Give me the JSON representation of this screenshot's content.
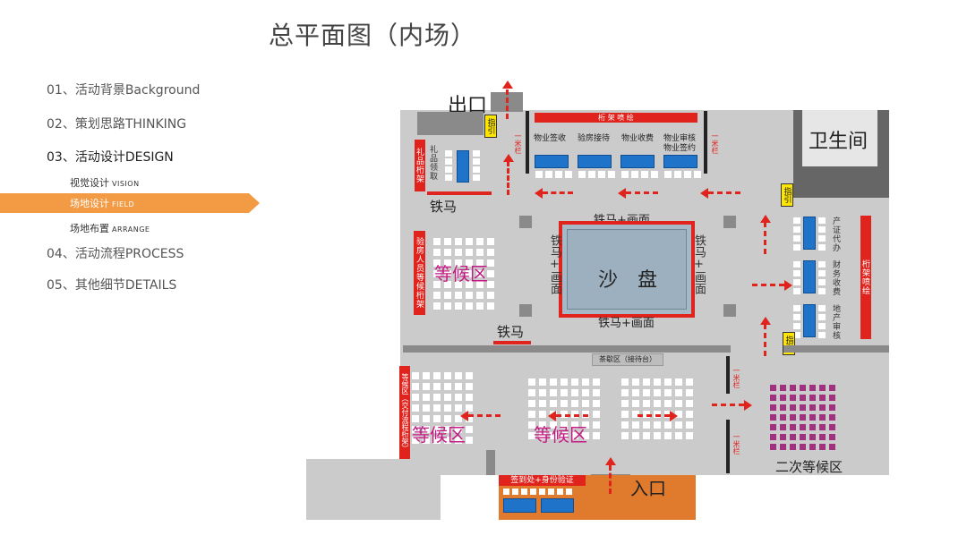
{
  "title": "总平面图（内场）",
  "nav": {
    "items": [
      {
        "label": "01、活动背景Background"
      },
      {
        "label": "02、策划思路THINKING"
      },
      {
        "label": "03、活动设计DESIGN"
      },
      {
        "label": "04、活动流程PROCESS"
      },
      {
        "label": "05、其他细节DETAILS"
      }
    ],
    "subs": [
      {
        "cn": "视觉设计",
        "en": "VISION"
      },
      {
        "cn": "场地设计",
        "en": "FIELD"
      },
      {
        "cn": "场地布置",
        "en": "ARRANGE"
      }
    ]
  },
  "plan": {
    "exit": "出口",
    "entrance": "入口",
    "toilet": "卫生间",
    "top_truss": "桁 架 喷 绘",
    "desks_top": [
      "物业签收",
      "验房接待",
      "物业收费",
      "物业审核",
      "物业签约"
    ],
    "gift": "礼品桁架",
    "gift_collect": "礼品领取",
    "guide": "指引",
    "stanchion": "一米栏",
    "iron_horse": "铁马",
    "iron_display_top": "铁马+画面",
    "iron_display_bottom": "铁马+画面",
    "iron_display_left": "铁马+画面",
    "iron_display_right": "铁马+画面",
    "sand_table": "沙　盘",
    "staff_truss": "验房人员等候桁架",
    "waiting": "等候区",
    "right_truss": "桁架喷绘",
    "right_desks": [
      "产证代办",
      "财务收费",
      "地产审核"
    ],
    "tea_area": "茶歇区（接待台）",
    "bottom_left_truss": "等候区（交付流程桁架）",
    "second_waiting": "二次等候区",
    "signin": "签到处+身份验证",
    "colors": {
      "accent": "#f39a45",
      "signage": "#e0231d",
      "desk": "#1f73c8",
      "guide_sign": "#ffe600",
      "secondary_seats": "#a0317f",
      "entrance": "#e07a2c"
    }
  }
}
